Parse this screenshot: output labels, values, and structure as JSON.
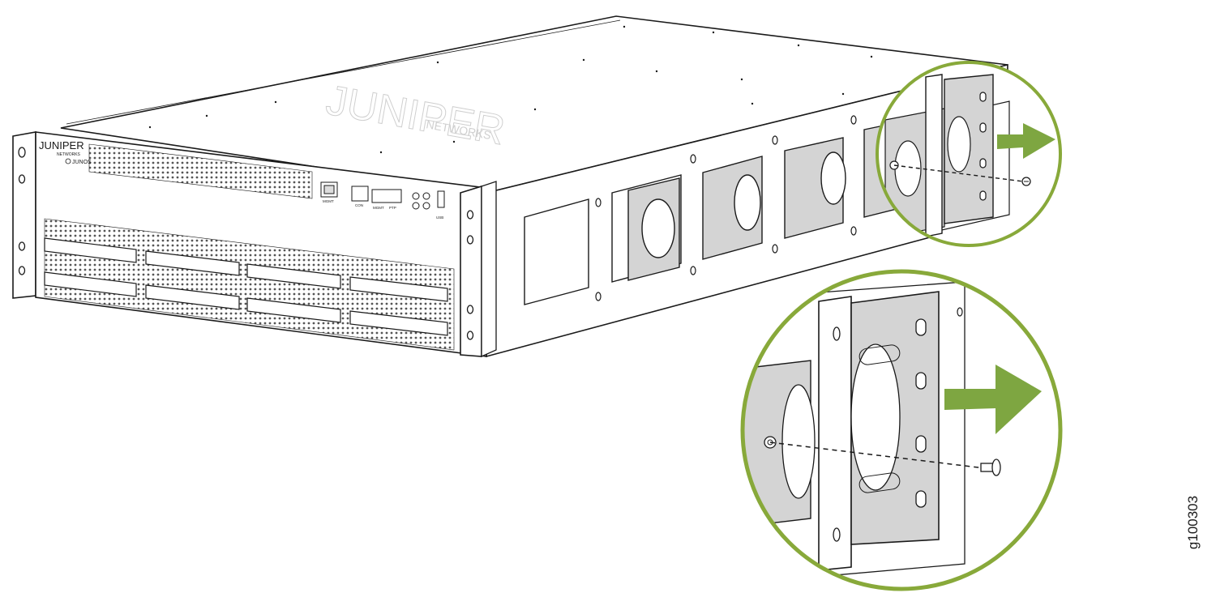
{
  "figure": {
    "figure_id": "g100303",
    "logo": "JUNIPER",
    "logo_sub": "NETWORKS",
    "os_badge": "JUNOS",
    "port_labels": [
      "MGMT",
      "CON",
      "MGMT",
      "PTP",
      "USB"
    ],
    "colors": {
      "line": "#1a1a1a",
      "chassis_face": "#ffffff",
      "bracket_fill": "#d4d4d4",
      "callout_ring": "#88a93a",
      "arrow": "#7ea641"
    },
    "icons": [
      "juniper-logo",
      "arrow-right-icon",
      "screw-icon",
      "usb-icon"
    ]
  }
}
